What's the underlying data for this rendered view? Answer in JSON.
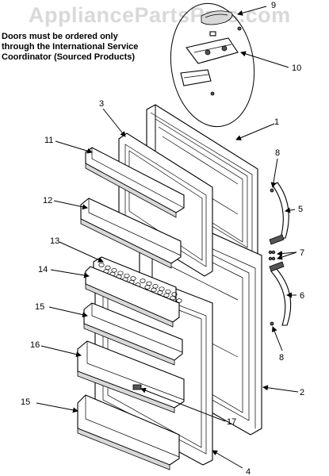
{
  "watermark": "AppliancePartsPros.com",
  "note": {
    "line1": "Doors must be ordered only",
    "line2": "through the International Service",
    "line3": "Coordinator (Sourced Products)"
  },
  "callouts": {
    "c1": "1",
    "c2": "2",
    "c3": "3",
    "c4": "4",
    "c5": "5",
    "c6": "6",
    "c7": "7",
    "c8a": "8",
    "c8b": "8",
    "c9": "9",
    "c10": "10",
    "c11": "11",
    "c12": "12",
    "c13": "13",
    "c14": "14",
    "c15a": "15",
    "c15b": "15",
    "c16": "16",
    "c17": "17"
  }
}
